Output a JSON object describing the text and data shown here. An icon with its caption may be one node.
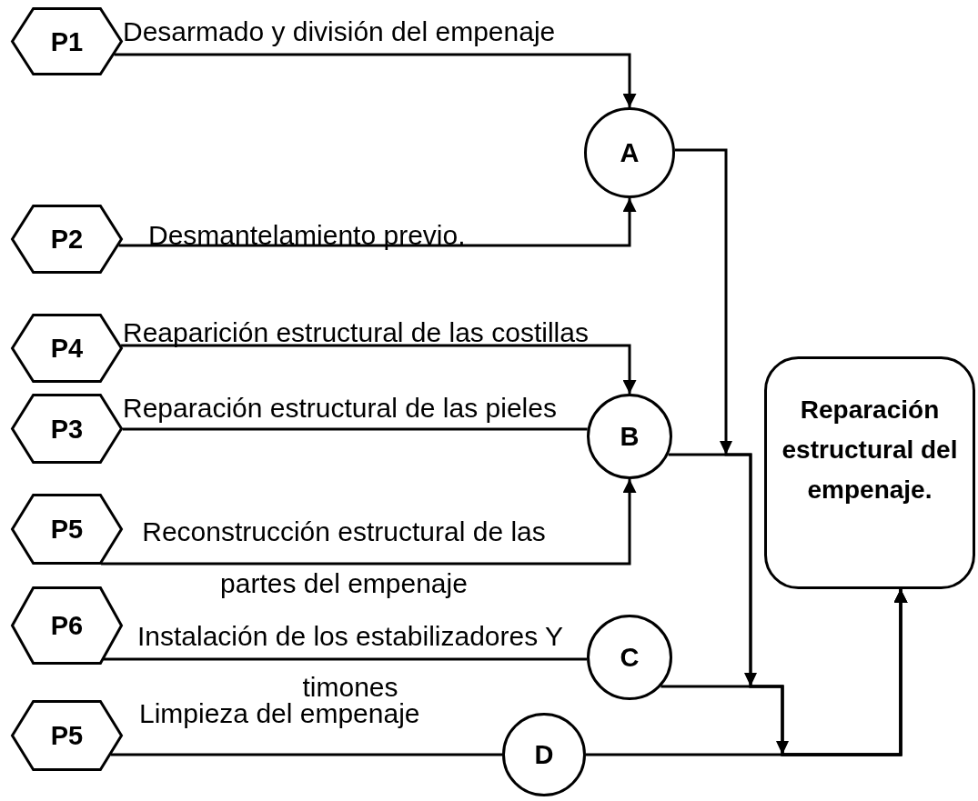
{
  "diagram": {
    "nodes": [
      {
        "text": [
          "P1"
        ]
      },
      {
        "text": [
          "P2"
        ]
      },
      {
        "text": [
          "A"
        ]
      },
      {
        "text": [
          "P4"
        ]
      },
      {
        "text": [
          "P3"
        ]
      },
      {
        "text": [
          "B"
        ]
      },
      {
        "text": [
          "Reparación estructural del empenaje."
        ]
      },
      {
        "text": [
          "P5"
        ]
      },
      {
        "text": [
          "P6"
        ]
      },
      {
        "text": [
          "C"
        ]
      },
      {
        "text": [
          "P5"
        ]
      },
      {
        "text": [
          "D"
        ]
      }
    ],
    "edges": [
      {
        "from": 0,
        "to": 2,
        "arrow": "to",
        "label": "Desarmado y división del empenaje"
      },
      {
        "from": 1,
        "to": 2,
        "arrow": "to",
        "label": "Desmantelamiento previo."
      },
      {
        "from": 2,
        "to": 6,
        "arrow": "to"
      },
      {
        "from": 3,
        "to": 5,
        "arrow": "to",
        "label": "Reaparición estructural de las costillas"
      },
      {
        "from": 4,
        "to": 5,
        "arrow": "none",
        "label": "Reparación estructural de las pieles"
      },
      {
        "from": 5,
        "to": 6,
        "arrow": "to"
      },
      {
        "from": 7,
        "to": 5,
        "arrow": "to",
        "label": "Reconstrucción estructural de las partes del empenaje"
      },
      {
        "from": 8,
        "to": 9,
        "arrow": "none",
        "label": "Instalación de los estabilizadores Y timones"
      },
      {
        "from": 9,
        "to": 6,
        "arrow": "to"
      },
      {
        "from": 10,
        "to": 11,
        "arrow": "none",
        "label": "Limpieza del empenaje"
      },
      {
        "from": 11,
        "to": 6,
        "arrow": "to"
      }
    ]
  }
}
